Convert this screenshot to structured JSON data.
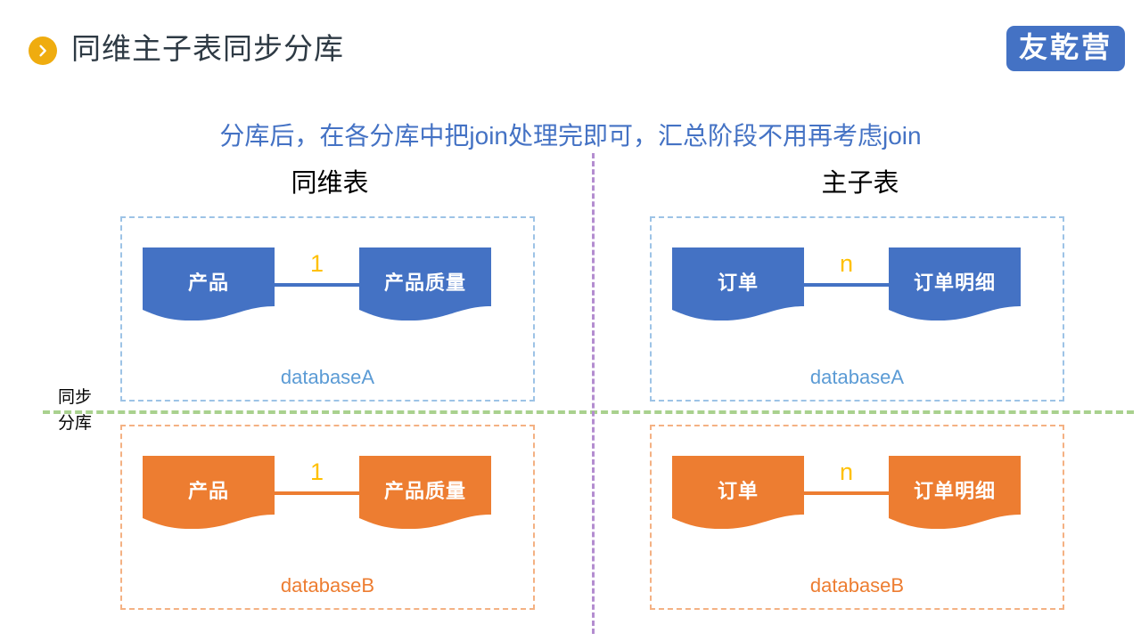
{
  "header": {
    "bullet_icon": "chevron-right-circle-icon",
    "title": "同维主子表同步分库",
    "brand": "友乾营",
    "brand_color": "#4472C4",
    "bullet_color": "#EFAC0F"
  },
  "subtitle": {
    "text": "分库后，在各分库中把join处理完即可，汇总阶段不用再考虑join",
    "color": "#4472C4"
  },
  "columns": {
    "left_heading": "同维表",
    "right_heading": "主子表"
  },
  "side_label": {
    "line1": "同步",
    "line2": "分库"
  },
  "dividers": {
    "horizontal_color": "#A9D18E",
    "vertical_color": "#B48DD0"
  },
  "panels": [
    {
      "key": "top-left",
      "database": "databaseA",
      "accent": "#4472C4",
      "frame_color": "#9DC3E6",
      "label_color": "#5B9BD5",
      "entity_a": "产品",
      "entity_b": "产品质量",
      "cardinality": "1",
      "cardinality_color": "#FFC000"
    },
    {
      "key": "top-right",
      "database": "databaseA",
      "accent": "#4472C4",
      "frame_color": "#9DC3E6",
      "label_color": "#5B9BD5",
      "entity_a": "订单",
      "entity_b": "订单明细",
      "cardinality": "n",
      "cardinality_color": "#FFC000"
    },
    {
      "key": "bottom-left",
      "database": "databaseB",
      "accent": "#ED7D31",
      "frame_color": "#F4B183",
      "label_color": "#ED7D31",
      "entity_a": "产品",
      "entity_b": "产品质量",
      "cardinality": "1",
      "cardinality_color": "#FFC000"
    },
    {
      "key": "bottom-right",
      "database": "databaseB",
      "accent": "#ED7D31",
      "frame_color": "#F4B183",
      "label_color": "#ED7D31",
      "entity_a": "订单",
      "entity_b": "订单明细",
      "cardinality": "n",
      "cardinality_color": "#FFC000"
    }
  ]
}
